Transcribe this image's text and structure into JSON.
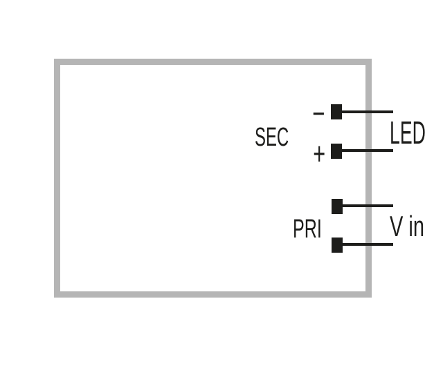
{
  "colors": {
    "background": "#ffffff",
    "device_outline": "#b5b5b5",
    "ink": "#1d1d1b"
  },
  "diagram": {
    "type": "led-driver-wiring",
    "labels": {
      "sec": "SEC",
      "pri": "PRI",
      "led": "LED",
      "vin": "V in",
      "minus": "−",
      "plus": "+"
    },
    "terminals": [
      {
        "group": "SEC",
        "polarity": "−",
        "connects_to": "LED"
      },
      {
        "group": "SEC",
        "polarity": "+",
        "connects_to": "LED"
      },
      {
        "group": "PRI",
        "connects_to": "V in"
      },
      {
        "group": "PRI",
        "connects_to": "V in"
      }
    ]
  }
}
